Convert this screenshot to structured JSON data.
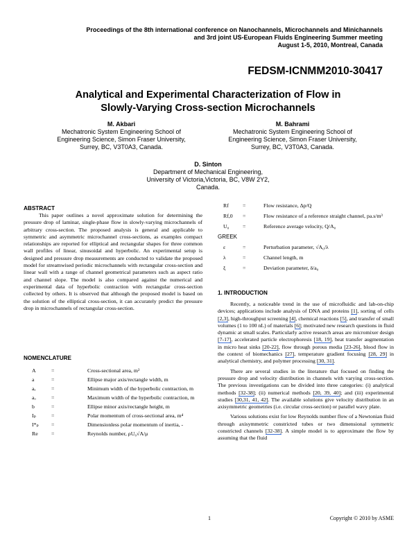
{
  "header": {
    "conference_line1": "Proceedings of the 8th international conference on Nanochannels, Microchannels and Minichannels",
    "conference_line2": "and 3rd joint US-European Fluids Engineering Summer meeting",
    "conference_line3": "August 1-5, 2010, Montreal, Canada",
    "paper_id": "FEDSM-ICNMM2010-30417"
  },
  "title": {
    "line1": "Analytical and Experimental Characterization of Flow in",
    "line2": "Slowly-Varying Cross-section Microchannels"
  },
  "authors": [
    {
      "name": "M. Akbari",
      "aff1": "Mechatronic System Engineering School of",
      "aff2": "Engineering Science, Simon Fraser University,",
      "aff3": "Surrey, BC, V3T0A3, Canada."
    },
    {
      "name": "M. Bahrami",
      "aff1": "Mechatronic System Engineering School of",
      "aff2": "Engineering Science, Simon Fraser University,",
      "aff3": "Surrey, BC, V3T0A3, Canada."
    },
    {
      "name": "D. Sinton",
      "aff1": "Department of Mechanical Engineering,",
      "aff2": "University of Victoria,Victoria, BC, V8W 2Y2,",
      "aff3": "Canada."
    }
  ],
  "abstract": {
    "heading": "ABSTRACT",
    "text": "This paper outlines a novel approximate solution for determining the pressure drop of laminar, single-phase flow in slowly-varying microchannels of arbitrary cross-section. The proposed analysis is general and applicable to symmetric and asymmetric microchannel cross-sections, as examples compact relationships are reported for elliptical and rectangular shapes for three common wall profiles of linear, sinusoidal and hyperbolic. An experimental setup is designed and pressure drop measurements are conducted to validate the proposed model for streamwised periodic microchannels with rectangular cross-section and linear wall with a range of channel geometrical parameters such as aspect ratio and channel slope. The model is also compared against the numerical and experimental data of hyperbolic contraction with rectangular cross-section collected by others. It is observed that although the proposed model is based on the solution of the elliptical cross-section, it can accurately predict the pressure drop in microchannels of rectangular cross-section."
  },
  "nomenclature": {
    "heading": "NOMENCLATURE",
    "items": [
      {
        "sym": "A",
        "eq": "=",
        "def": "Cross-sectional area, m²"
      },
      {
        "sym": "a",
        "eq": "=",
        "def": "Ellipse major axis/rectangle width, m"
      },
      {
        "sym": "aₑ",
        "eq": "=",
        "def": "Minimum width of the hyperbolic contraction, m"
      },
      {
        "sym": "aₒ",
        "eq": "=",
        "def": "Maximum width of the hyperbolic contraction, m"
      },
      {
        "sym": "b",
        "eq": "=",
        "def": "Ellipse minor axis/rectangle height, m"
      },
      {
        "sym": "Iₚ",
        "eq": "=",
        "def": "Polar momentum of cross-sectional area, m⁴"
      },
      {
        "sym": "I*ₚ",
        "eq": "=",
        "def": "Dimensionless polar momentum of inertia, -"
      },
      {
        "sym": "Re",
        "eq": "=",
        "def": "Reynolds number, ρU₀√A/μ"
      }
    ],
    "right_items": [
      {
        "sym": "Rf",
        "eq": "=",
        "def": "Flow resistance, Δp/Q"
      },
      {
        "sym": "Rf,0",
        "eq": "=",
        "def": "Flow resistance of a reference straight channel, pa.s/m³"
      },
      {
        "sym": "U₀",
        "eq": "=",
        "def": "Reference average velocity, Q/A₀"
      }
    ],
    "greek_heading": "GREEK",
    "greek_items": [
      {
        "sym": "ε",
        "eq": "=",
        "def": "Perturbation parameter, √A₀/λ"
      },
      {
        "sym": "λ",
        "eq": "=",
        "def": "Channel length, m"
      },
      {
        "sym": "ξ",
        "eq": "=",
        "def": "Deviation parameter, δ/a₀"
      }
    ]
  },
  "introduction": {
    "heading": "1. INTRODUCTION",
    "p1": {
      "t0": "Recently, a noticeable trend in the use of microfluidic and lab-on-chip devices; applications include analysis of DNA and proteins ",
      "r1": "[1]",
      "t1": ", sorting of cells ",
      "r2": "[2,3]",
      "t2": ", high-throughput screening ",
      "r3": "[4]",
      "t3": ", chemical reactions ",
      "r4": "[5]",
      "t4": ", and transfer of small volumes (1 to 100 nL) of materials ",
      "r5": "[6]",
      "t5": "; motivated new research questions in fluid dynamic at small scales. Particularly active research areas are micromixer design ",
      "r6": "[7-17]",
      "t6": ", accelerated particle electrophoresis ",
      "r7": "[18, 19]",
      "t7": ", heat transfer augmentation in micro heat sinks ",
      "r8": "[20-22]",
      "t8": ", flow through porous media ",
      "r9": "[23-26]",
      "t9": ", blood flow in the context of biomechanics ",
      "r10": "[27]",
      "t10": ", temperature gradient focusing ",
      "r11": "[28, 29]",
      "t11": " in analytical chemistry, and polymer processing ",
      "r12": "[30, 31]",
      "t12": "."
    },
    "p2": {
      "t0": "There are several studies in the literature that focused on finding the pressure drop and velocity distribution in channels with varying cross-section. The previous investigations can be divided into three categories: (i) analytical methods ",
      "r1": "[32-38]",
      "t1": "; (ii) numerical methods ",
      "r2": "[20, 39, 40]",
      "t2": "; and (iii) experimental studies ",
      "r3": "[30,31, 41, 42]",
      "t3": ". The available solutions give velocity distribution in an axisymmetric geometries (i.e. circular cross-section) or parallel wavy plate."
    },
    "p3": {
      "t0": "Various solutions exist for low Reynolds number flow of a Newtonian fluid through axisymmetric constricted tubes or two dimensional symmetric constricted channels ",
      "r1": "[32-38]",
      "t1": ". A simple model is to approximate the flow by assuming that the fluid"
    }
  },
  "footer": {
    "page_number": "1",
    "copyright": "Copyright © 2010 by ASME"
  }
}
